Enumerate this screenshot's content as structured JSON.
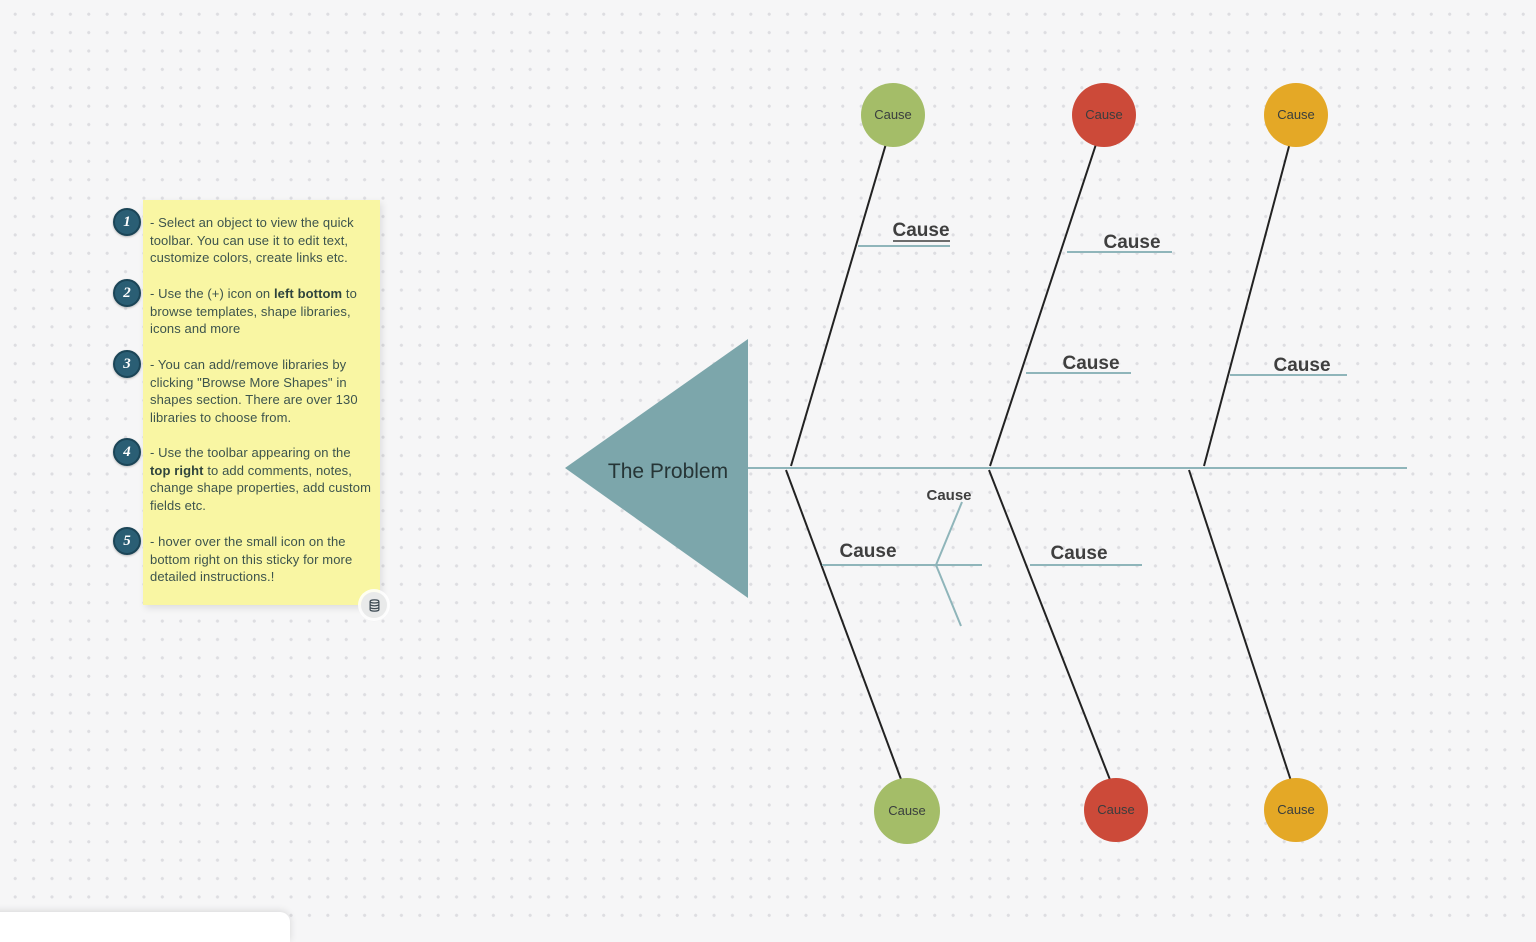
{
  "sticky": {
    "items": [
      {
        "num": "1",
        "pre": "- Select an object to view the quick toolbar. You can use it to edit text, customize colors, create links etc.",
        "bold": "",
        "post": ""
      },
      {
        "num": "2",
        "pre": "- Use the (+) icon on ",
        "bold": "left bottom",
        "post": " to browse templates, shape libraries, icons and more"
      },
      {
        "num": "3",
        "pre": "- You can add/remove libraries by clicking \"Browse More Shapes\" in shapes section. There are over 130 libraries to choose from.",
        "bold": "",
        "post": ""
      },
      {
        "num": "4",
        "pre": "- Use the toolbar appearing on the ",
        "bold": "top right",
        "post": " to add comments, notes, change shape properties, add custom fields etc.",
        "bold2": ""
      },
      {
        "num": "5",
        "pre": "- hover over the small icon on the bottom right on this sticky for more detailed instructions.!",
        "bold": "",
        "post": ""
      }
    ]
  },
  "icons": {
    "sticky_corner_icon": "database-stack"
  },
  "fishbone": {
    "problem_label": "The Problem",
    "colors": {
      "head": "#7CA6AB",
      "spine": "#8FB5BA",
      "bone": "#222222",
      "branch": "#8FB5BA",
      "label": "#3F3F3F"
    },
    "top_circles": [
      {
        "label": "Cause",
        "color": "#A4BD68"
      },
      {
        "label": "Cause",
        "color": "#CC4A39"
      },
      {
        "label": "Cause",
        "color": "#E4A826"
      }
    ],
    "bottom_circles": [
      {
        "label": "Cause",
        "color": "#A4BD68"
      },
      {
        "label": "Cause",
        "color": "#CC4A39"
      },
      {
        "label": "Cause",
        "color": "#E4A826"
      }
    ],
    "branch_labels": {
      "top_1": "Cause",
      "top_2": "Cause",
      "top_3": "Cause",
      "top_4": "Cause",
      "bottom_1": "Cause",
      "bottom_1_sub": "Cause",
      "bottom_2": "Cause"
    }
  }
}
